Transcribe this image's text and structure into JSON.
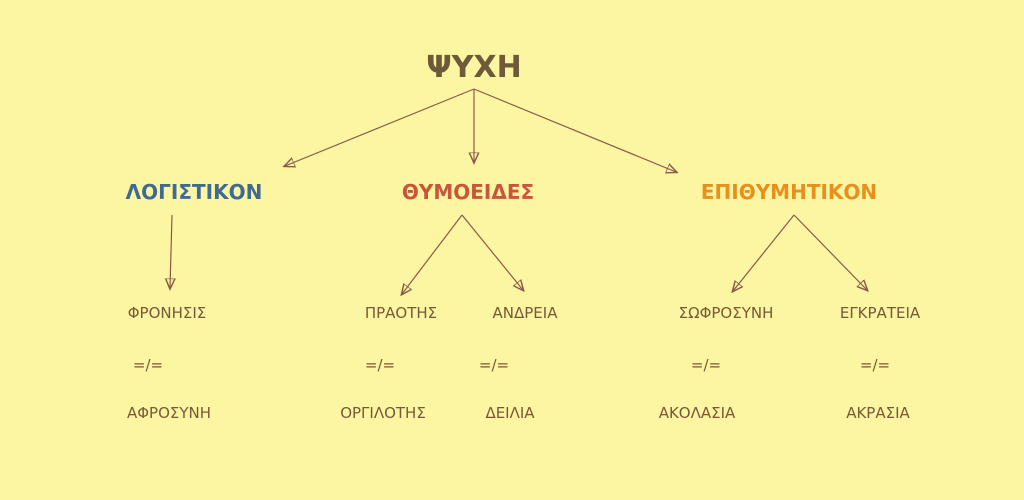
{
  "root": "ΨΥΧΗ",
  "colors": {
    "background": "#fcf5a2",
    "root": "#6e5a38",
    "logistikon": "#3f6a93",
    "thymoeides": "#c9553a",
    "epithymitikon": "#e8901e",
    "virtues": "#7a5836",
    "arrows": "#8a5a48"
  },
  "categories": [
    {
      "name": "ΛΟΓΙΣΤΙΚΟΝ",
      "pairs": [
        {
          "virtue": "ΦΡΟΝΗΣΙΣ",
          "sep": "=/=",
          "vice": "ΑΦΡΟΣΥΝΗ"
        }
      ]
    },
    {
      "name": "ΘΥΜΟΕΙΔΕΣ",
      "pairs": [
        {
          "virtue": "ΠΡΑΟΤΗΣ",
          "sep": "=/=",
          "vice": "ΟΡΓΙΛΟΤΗΣ"
        },
        {
          "virtue": "ΑΝΔΡΕΙΑ",
          "sep": "=/=",
          "vice": "ΔΕΙΛΙΑ"
        }
      ]
    },
    {
      "name": "ΕΠΙΘΥΜΗΤΙΚΟΝ",
      "pairs": [
        {
          "virtue": "ΣΩΦΡΟΣΥΝΗ",
          "sep": "=/=",
          "vice": "ΑΚΟΛΑΣΙΑ"
        },
        {
          "virtue": "ΕΓΚΡΑΤΕΙΑ",
          "sep": "=/=",
          "vice": "ΑΚΡΑΣΙΑ"
        }
      ]
    }
  ]
}
